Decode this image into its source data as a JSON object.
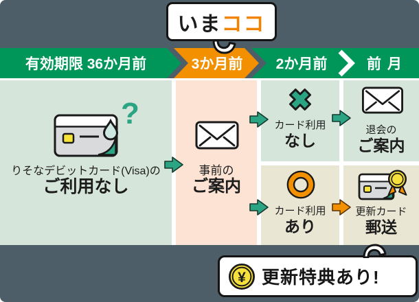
{
  "colors": {
    "background": "#4e5e68",
    "brand_green": "#009659",
    "accent_orange": "#f39000",
    "teal": "#2aa483",
    "cell_light_green": "#d6e5da",
    "cell_peach": "#fce3d3",
    "cell_beige": "#e9e6d3",
    "coin_yellow": "#f8e03c"
  },
  "now_bubble": {
    "text_black": "いま",
    "text_orange": "ココ"
  },
  "timeline": {
    "segments": [
      {
        "label": "有効期限 36か月前",
        "color": "green"
      },
      {
        "label": "3か月前",
        "color": "orange"
      },
      {
        "label": "2か月前",
        "color": "green"
      },
      {
        "label": "前月",
        "color": "green"
      }
    ]
  },
  "flow": {
    "no_usage": {
      "line1": "りそなデビットカード(Visa)の",
      "line2": "ご利用なし"
    },
    "advance_notice": {
      "line1": "事前の",
      "line2": "ご案内"
    },
    "card_use_no": {
      "line1": "カード利用",
      "line2": "なし"
    },
    "withdrawal_notice": {
      "line1": "退会の",
      "line2": "ご案内"
    },
    "card_use_yes": {
      "line1": "カード利用",
      "line2": "あり"
    },
    "renewal_card": {
      "line1": "更新カード",
      "line2": "郵送"
    }
  },
  "benefit_badge": {
    "label": "更新特典あり!",
    "coin_symbol": "¥"
  },
  "icons": [
    "debit-card-icon",
    "question-icon",
    "sweat-drop-icon",
    "envelope-icon",
    "cross-icon",
    "circle-icon",
    "renewal-card-icon",
    "medal-icon",
    "coin-icon",
    "arrow-right-icon",
    "speech-tail-icon"
  ]
}
